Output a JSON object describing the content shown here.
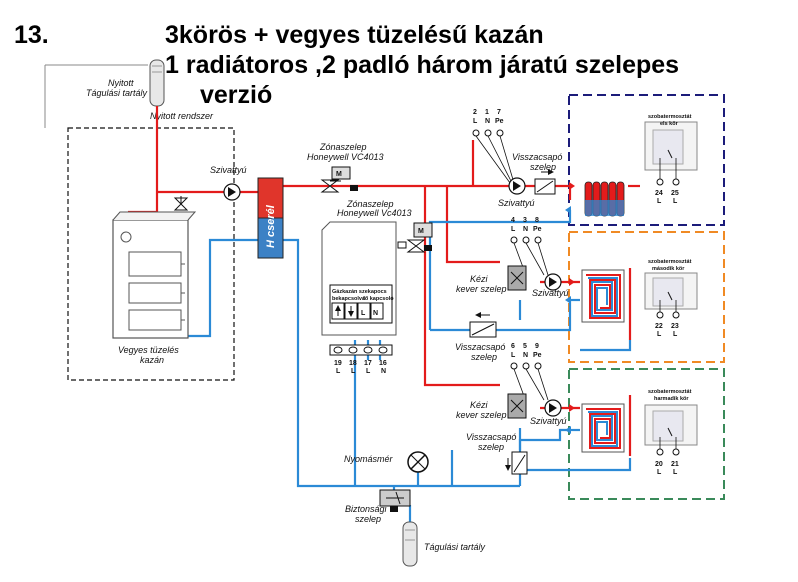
{
  "title": {
    "number": "13.",
    "line1": "3körös + vegyes tüzelésű kazán",
    "line2": "1 radiátoros ,2 padló három járatú szelepes",
    "line3": "verzió"
  },
  "labels": {
    "open_tank": [
      "Nyitott",
      "Tágulási tartály"
    ],
    "open_system": "Nyitott rendszer",
    "pump": "Szivattyú",
    "zone_valve": [
      "Zónaszelep",
      "Honeywell VC4013"
    ],
    "zone_valve2": [
      "Zónaszelep",
      "Honeywell Vc4013"
    ],
    "check_valve_top": [
      "Visszacsapó",
      "szelep"
    ],
    "pump_top": "Szivattyú",
    "heat_exchanger": "H cserél",
    "boiler": [
      "Vegyes tüzelés",
      "kazán"
    ],
    "controller_header": "Gázkazán szekapocs",
    "controller_sub": [
      "bekapcsolva",
      "fő kapcsoló"
    ],
    "controller_pins": [
      {
        "num": "19",
        "sig": "L"
      },
      {
        "num": "18",
        "sig": "L"
      },
      {
        "num": "17",
        "sig": "L"
      },
      {
        "num": "16",
        "sig": "N"
      }
    ],
    "controller_symbols": [
      "L",
      "N"
    ],
    "manual_mixer1": [
      "Kézi",
      "kever szelep"
    ],
    "pump2": "Szivattyú",
    "check_valve_mid": [
      "Visszacsapó",
      "szelep"
    ],
    "manual_mixer2": [
      "Kézi",
      "kever szelep"
    ],
    "pump3": "Szivattyú",
    "check_valve_low": [
      "Visszacsapó",
      "szelep"
    ],
    "pressure_gauge": "Nyomásmér",
    "safety_valve": [
      "Biztonsági",
      "szelep"
    ],
    "expansion_tank": "Tágulási tartály"
  },
  "pin_groups": {
    "top": {
      "nums": [
        "2",
        "1",
        "7"
      ],
      "sigs": [
        "L",
        "N",
        "Pe"
      ]
    },
    "mid": {
      "nums": [
        "4",
        "3",
        "8"
      ],
      "sigs": [
        "L",
        "N",
        "Pe"
      ]
    },
    "low": {
      "nums": [
        "6",
        "5",
        "9"
      ],
      "sigs": [
        "L",
        "N",
        "Pe"
      ]
    }
  },
  "thermostats": [
    {
      "title": "szobatermosztát",
      "sub": "els  kör",
      "pins": [
        "24",
        "25"
      ],
      "sigs": [
        "L",
        "L"
      ]
    },
    {
      "title": "szobatermosztát",
      "sub": "második kör",
      "pins": [
        "22",
        "23"
      ],
      "sigs": [
        "L",
        "L"
      ]
    },
    {
      "title": "szobatermosztát",
      "sub": "harmadik kör",
      "pins": [
        "20",
        "21"
      ],
      "sigs": [
        "L",
        "L"
      ]
    }
  ],
  "colors": {
    "supply": "#e31b1b",
    "return": "#2b8ad6",
    "zone1_border": "#1c1c7a",
    "zone2_border": "#f08a24",
    "zone3_border": "#3a8a5a",
    "exchanger": "#e0352b"
  }
}
